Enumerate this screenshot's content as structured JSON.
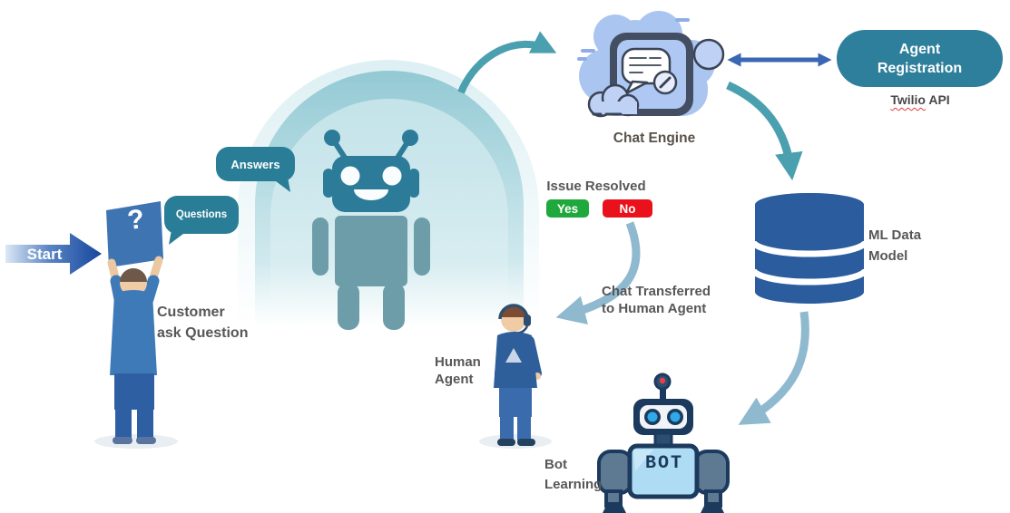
{
  "colors": {
    "teal_shape": "#2E7F9B",
    "bubble_teal": "#2A7D96",
    "robot_head_teal": "#2C7C99",
    "robot_body_teal": "#6C9DA8",
    "dome_teal": "#9FD0DA",
    "cloud_blue": "#ABC5F1",
    "icon_outline": "#3A4456",
    "db_blue": "#2A5C9E",
    "double_arrow_blue": "#3A67B3",
    "curved_arrow_teal": "#4BA0AF",
    "curved_arrow_steel": "#8FB9CF",
    "start_arrow_blue": "#16469D",
    "yes_green": "#1FA83C",
    "no_red": "#E8111C",
    "label_gray": "#575757"
  },
  "nodes": {
    "start": {
      "label": "Start"
    },
    "customer": {
      "sign_text": "?",
      "label_line1": "Customer",
      "label_line2": "ask Question"
    },
    "questions_bubble": {
      "label": "Questions"
    },
    "answers_bubble": {
      "label": "Answers"
    },
    "chat_engine": {
      "label": "Chat Engine"
    },
    "agent_registration": {
      "label_line1": "Agent",
      "label_line2": "Registration",
      "api_brand": "Twilio",
      "api_rest": "API"
    },
    "ml_data_model": {
      "label_line1": "ML Data",
      "label_line2": "Model"
    },
    "issue_resolved": {
      "label": "Issue Resolved",
      "yes_label": "Yes",
      "no_label": "No"
    },
    "chat_transfer": {
      "label_line1": "Chat Transferred",
      "label_line2": "to Human Agent"
    },
    "human_agent": {
      "label_line1": "Human",
      "label_line2": "Agent"
    },
    "bot_learning": {
      "label_line1": "Bot",
      "label_line2": "Learning",
      "chest_text": "BOT"
    }
  }
}
